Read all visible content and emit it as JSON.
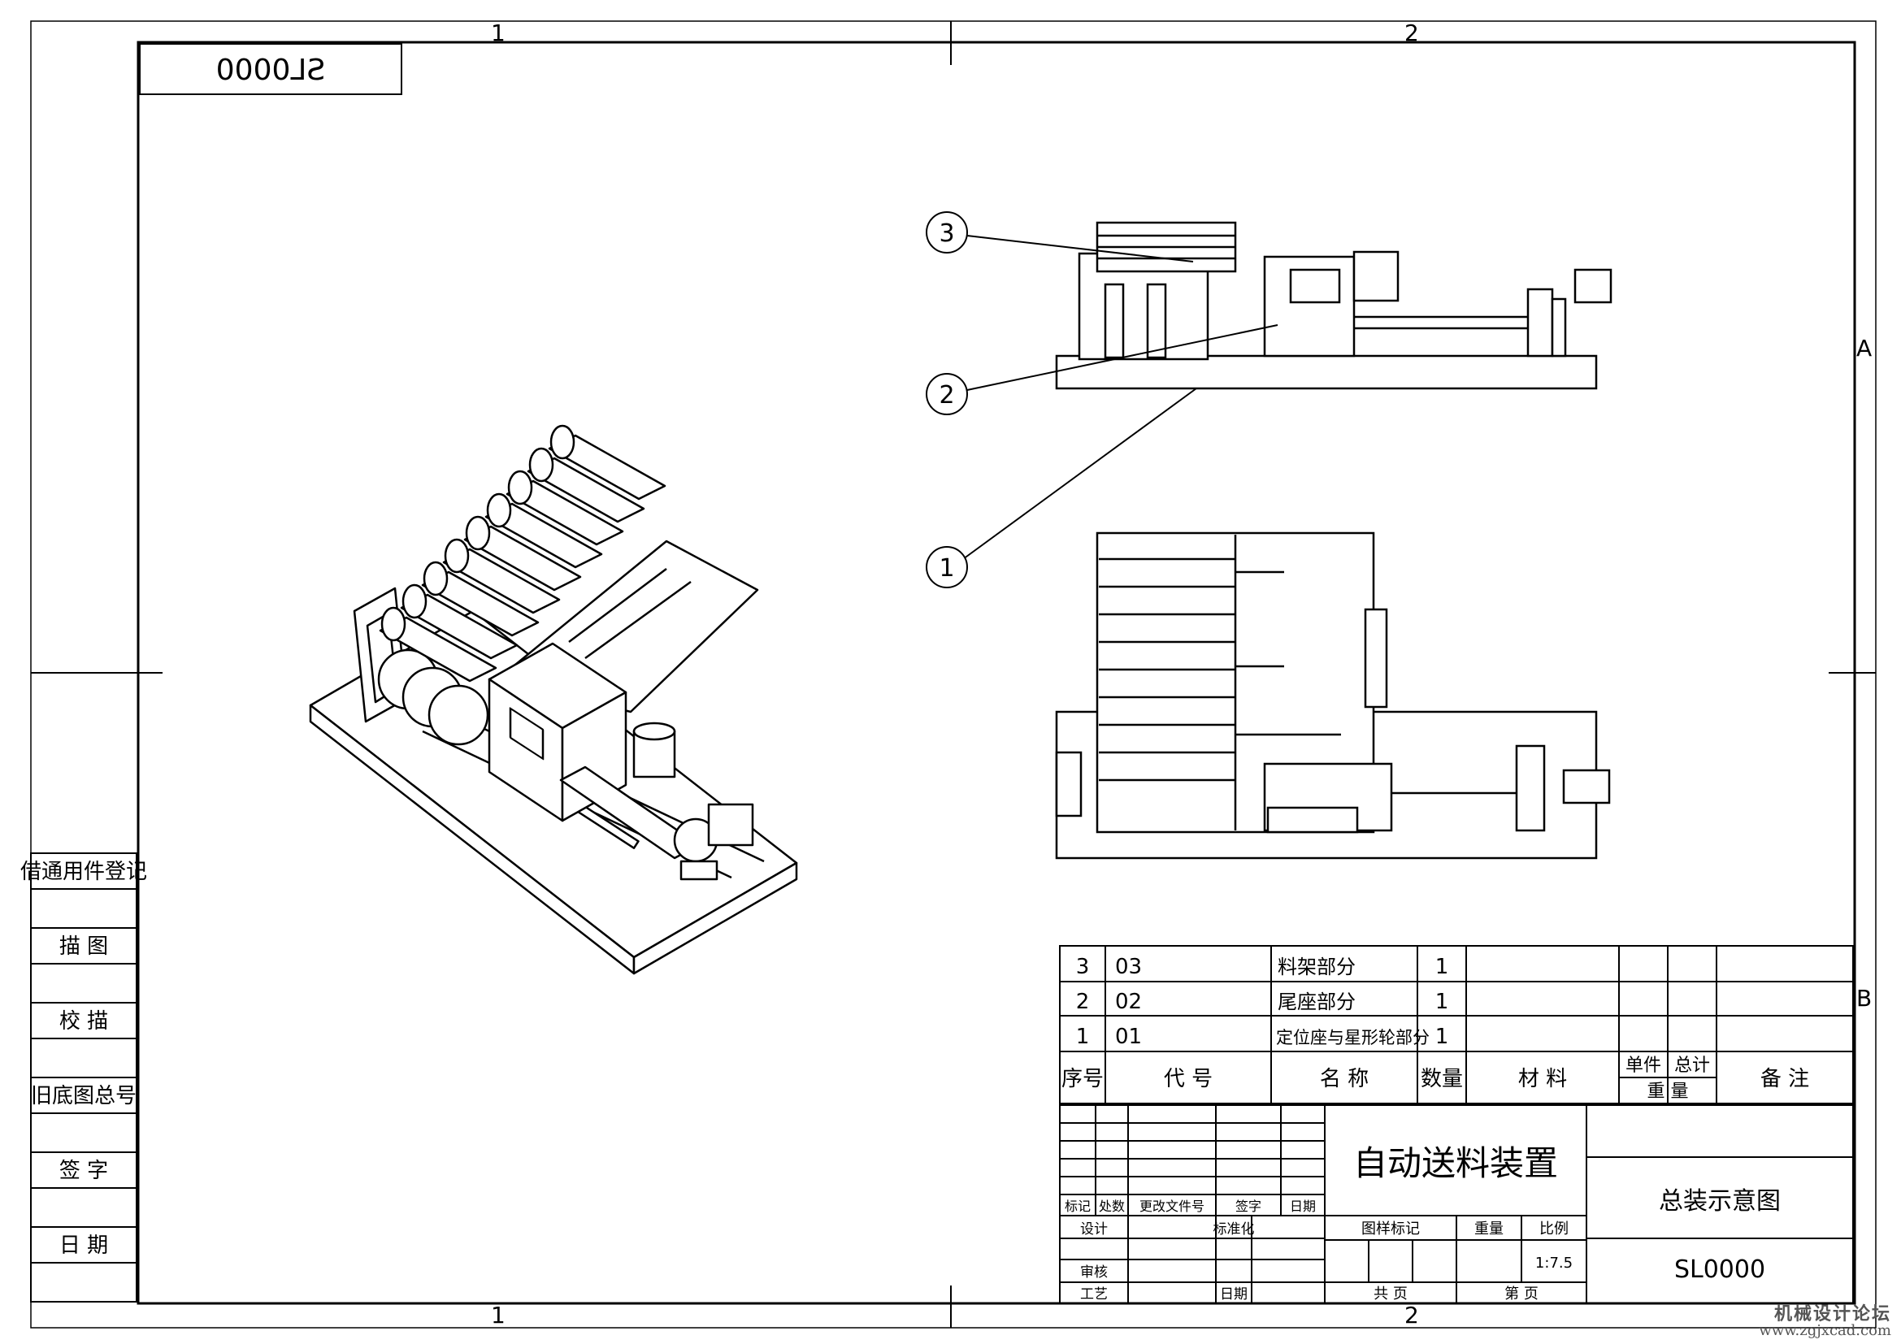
{
  "sheet": {
    "zone_numbers": [
      "1",
      "2"
    ],
    "zone_letters": [
      "A",
      "B"
    ],
    "mirrored_code": "SL0000",
    "drawing_title": "自动送料装置",
    "drawing_name": "总装示意图",
    "drawing_code": "SL0000",
    "scale": "1:7.5"
  },
  "balloons": [
    "3",
    "2",
    "1"
  ],
  "side_column": [
    "借通用件登记",
    "描 图",
    "校 描",
    "旧底图总号",
    "签 字",
    "日 期"
  ],
  "bom": {
    "rows": [
      {
        "no": "3",
        "code": "03",
        "name": "料架部分",
        "qty": "1"
      },
      {
        "no": "2",
        "code": "02",
        "name": "尾座部分",
        "qty": "1"
      },
      {
        "no": "1",
        "code": "01",
        "name": "定位座与星形轮部分",
        "qty": "1"
      }
    ],
    "header": {
      "no": "序号",
      "code": "代 号",
      "name": "名 称",
      "qty": "数量",
      "material": "材 料",
      "unit_weight": "单件",
      "total_weight": "总计",
      "weight": "重 量",
      "remark": "备 注"
    }
  },
  "title_block": {
    "rev_headers": [
      "标记",
      "处数",
      "更改文件号",
      "签字",
      "日期"
    ],
    "design": "设计",
    "standardization": "标准化",
    "review": "审核",
    "process": "工艺",
    "date": "日期",
    "drawing_mark": "图样标记",
    "weight": "重量",
    "scale_label": "比例",
    "total_sheets": "共 页",
    "sheet_no": "第 页"
  },
  "watermark": {
    "line1": "机械设计论坛",
    "line2": "www.zgjxcad.com"
  }
}
